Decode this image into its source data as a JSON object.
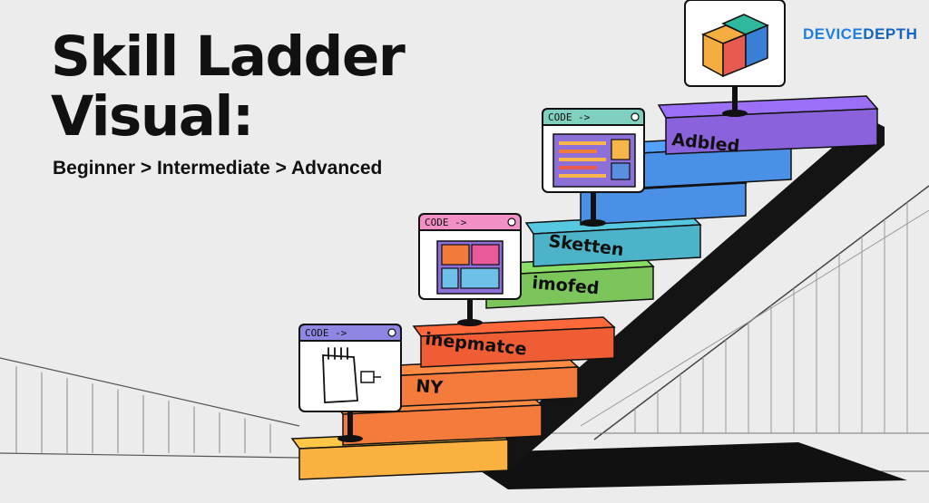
{
  "header": {
    "title_line1": "Skill Ladder",
    "title_line2": "Visual:",
    "subtitle": "Beginner > Intermediate > Advanced"
  },
  "brand": {
    "part1": "DEVICE",
    "part2": "DEPTH"
  },
  "steps": [
    {
      "label": "",
      "color": "#fbb140"
    },
    {
      "label": "NY",
      "color": "#f47b3c"
    },
    {
      "label": "inepmatce",
      "color": "#ee5d34"
    },
    {
      "label": "imofed",
      "color": "#7bc55a"
    },
    {
      "label": "Sketten",
      "color": "#4db3c8"
    },
    {
      "label": "",
      "color": "#4a90e6"
    },
    {
      "label": "Adbled",
      "color": "#8a63dc"
    }
  ],
  "cards": [
    {
      "title": "CODE ->",
      "header_color": "#8f85e2",
      "icon": "tablet-hand-icon"
    },
    {
      "title": "CODE ->",
      "header_color": "#f28fc5",
      "icon": "layout-blocks-icon"
    },
    {
      "title": "CODE ->",
      "header_color": "#7fd0be",
      "icon": "code-editor-icon"
    }
  ],
  "cube": {
    "icon": "cube-icon",
    "colors": [
      "#f5ad3f",
      "#e85a4f",
      "#3a7fd6",
      "#2fb89b"
    ]
  }
}
